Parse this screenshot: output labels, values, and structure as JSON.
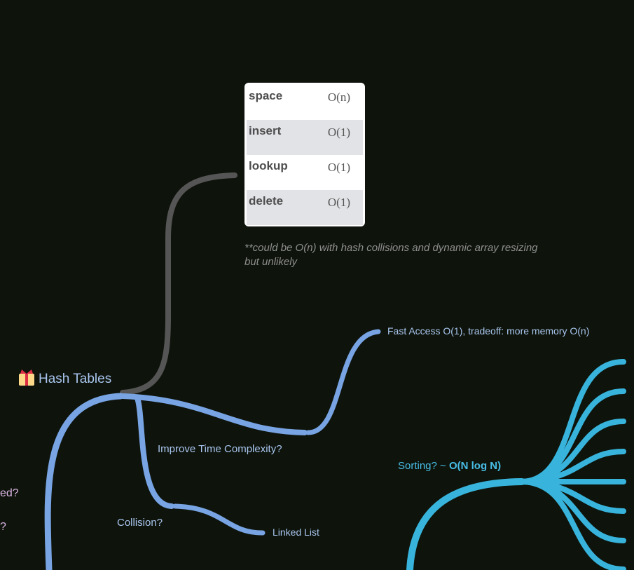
{
  "colors": {
    "background": "#0e140c",
    "hash_branch": "#78a4e4",
    "table_link": "#555555",
    "sorting_branch": "#38b4dc"
  },
  "root": {
    "icon": "gift-icon",
    "label": "Hash Tables"
  },
  "complexity_table": {
    "rows": [
      {
        "op": "space",
        "value": "O(n)"
      },
      {
        "op": "insert",
        "value": "O(1)"
      },
      {
        "op": "lookup",
        "value": "O(1)"
      },
      {
        "op": "delete",
        "value": "O(1)"
      }
    ],
    "note": "**could be O(n) with hash collisions and dynamic array resizing but unlikely"
  },
  "nodes": {
    "improve": "Improve Time Complexity?",
    "fast_access": "Fast Access O(1), tradeoff: more memory O(n)",
    "collision": "Collision?",
    "linked_list": "Linked List",
    "sorting_prefix": "Sorting? ~ ",
    "sorting_bold": "O(N log N)",
    "left_partial_1": "ed?",
    "left_partial_2": "?"
  }
}
